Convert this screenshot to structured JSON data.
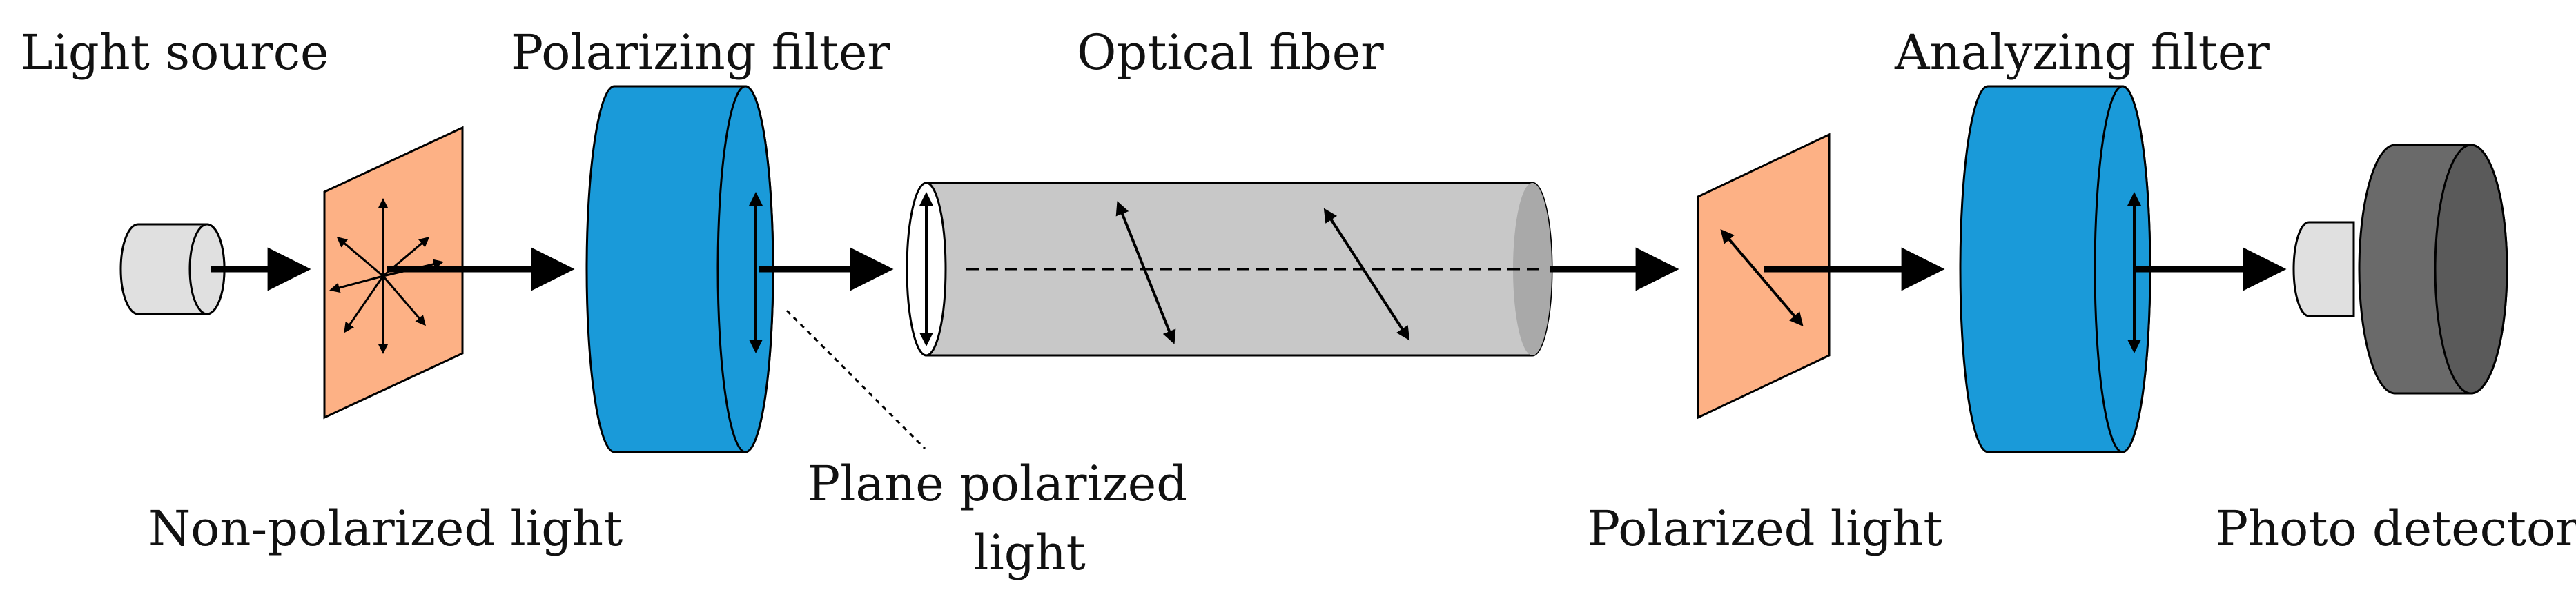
{
  "labels": {
    "light_source": "Light source",
    "polarizing_filter": "Polarizing filter",
    "optical_fiber": "Optical fiber",
    "analyzing_filter": "Analyzing filter",
    "non_polarized_light": "Non-polarized light",
    "plane_polarized_light_line1": "Plane polarized",
    "plane_polarized_light_line2": "light",
    "polarized_light": "Polarized light",
    "photo_detector": "Photo detector"
  },
  "colors": {
    "filter_blue": "#1a9ad9",
    "polarizer_plate": "#fdb185",
    "fiber_gray": "#c8c8c8",
    "fiber_end": "#a9a9a9",
    "source_gray": "#e0e0e0",
    "detector_dark": "#6a6a6a",
    "detector_light": "#e0e0e0",
    "stroke": "#000000"
  }
}
